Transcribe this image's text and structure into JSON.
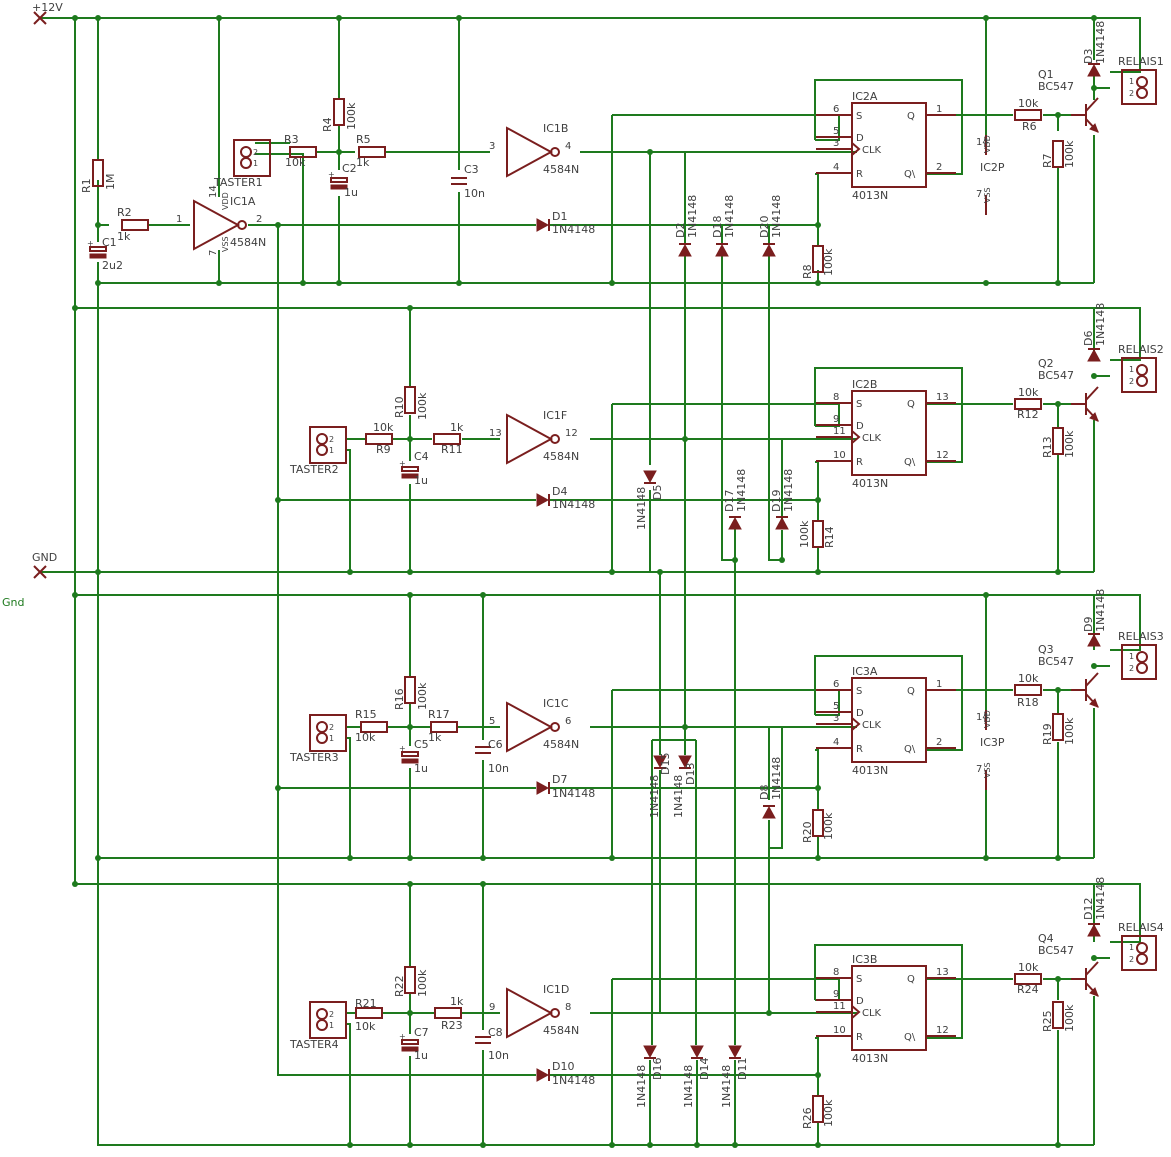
{
  "rails": {
    "vcc": "+12V",
    "gnd": "GND",
    "gnd_net": "Gnd"
  },
  "gates": [
    {
      "ref": "IC1A",
      "value": "4584N",
      "pin_in": "1",
      "pin_out": "2"
    },
    {
      "ref": "IC1B",
      "value": "4584N",
      "pin_in": "3",
      "pin_out": "4"
    },
    {
      "ref": "IC1F",
      "value": "4584N",
      "pin_in": "13",
      "pin_out": "12"
    },
    {
      "ref": "IC1C",
      "value": "4584N",
      "pin_in": "5",
      "pin_out": "6"
    },
    {
      "ref": "IC1D",
      "value": "4584N",
      "pin_in": "9",
      "pin_out": "8"
    }
  ],
  "flipflops": [
    {
      "ref": "IC2A",
      "value": "4013N",
      "pins": [
        "6",
        "5",
        "3",
        "4",
        "1",
        "2"
      ]
    },
    {
      "ref": "IC2B",
      "value": "4013N",
      "pins": [
        "8",
        "9",
        "11",
        "10",
        "13",
        "12"
      ]
    },
    {
      "ref": "IC3A",
      "value": "4013N",
      "pins": [
        "6",
        "5",
        "3",
        "4",
        "1",
        "2"
      ]
    },
    {
      "ref": "IC3B",
      "value": "4013N",
      "pins": [
        "8",
        "9",
        "11",
        "10",
        "13",
        "12"
      ]
    }
  ],
  "ff_labels": {
    "s": "S",
    "q": "Q",
    "d": "D",
    "clk": "CLK",
    "r": "R",
    "qn": "Q\\"
  },
  "power_units": [
    {
      "ref": "IC2P",
      "vdd_pin": "14",
      "vss_pin": "7"
    },
    {
      "ref": "IC3P",
      "vdd_pin": "14",
      "vss_pin": "7"
    }
  ],
  "power_labels": {
    "vdd": "VDD",
    "vss": "VSS"
  },
  "ic1a_supply": {
    "vdd_pin": "14",
    "vss_pin": "7"
  },
  "transistors": [
    {
      "ref": "Q1",
      "value": "BC547"
    },
    {
      "ref": "Q2",
      "value": "BC547"
    },
    {
      "ref": "Q3",
      "value": "BC547"
    },
    {
      "ref": "Q4",
      "value": "BC547"
    }
  ],
  "relays": [
    {
      "ref": "RELAIS1",
      "pins": [
        "1",
        "2"
      ]
    },
    {
      "ref": "RELAIS2",
      "pins": [
        "1",
        "2"
      ]
    },
    {
      "ref": "RELAIS3",
      "pins": [
        "1",
        "2"
      ]
    },
    {
      "ref": "RELAIS4",
      "pins": [
        "1",
        "2"
      ]
    }
  ],
  "buttons": [
    {
      "ref": "TASTER1",
      "pins": [
        "2",
        "1"
      ]
    },
    {
      "ref": "TASTER2",
      "pins": [
        "2",
        "1"
      ]
    },
    {
      "ref": "TASTER3",
      "pins": [
        "2",
        "1"
      ]
    },
    {
      "ref": "TASTER4",
      "pins": [
        "2",
        "1"
      ]
    }
  ],
  "resistors": [
    {
      "ref": "R1",
      "value": "1M"
    },
    {
      "ref": "R2",
      "value": "1k"
    },
    {
      "ref": "R3",
      "value": "10k"
    },
    {
      "ref": "R4",
      "value": "100k"
    },
    {
      "ref": "R5",
      "value": "1k"
    },
    {
      "ref": "R6",
      "value": "10k"
    },
    {
      "ref": "R7",
      "value": "100k"
    },
    {
      "ref": "R8",
      "value": "100k"
    },
    {
      "ref": "R9",
      "value": "10k"
    },
    {
      "ref": "R10",
      "value": "100k"
    },
    {
      "ref": "R11",
      "value": "1k"
    },
    {
      "ref": "R12",
      "value": "10k"
    },
    {
      "ref": "R13",
      "value": "100k"
    },
    {
      "ref": "R14",
      "value": "100k"
    },
    {
      "ref": "R15",
      "value": "10k"
    },
    {
      "ref": "R16",
      "value": "100k"
    },
    {
      "ref": "R17",
      "value": "1k"
    },
    {
      "ref": "R18",
      "value": "10k"
    },
    {
      "ref": "R19",
      "value": "100k"
    },
    {
      "ref": "R20",
      "value": "100k"
    },
    {
      "ref": "R21",
      "value": "10k"
    },
    {
      "ref": "R22",
      "value": "100k"
    },
    {
      "ref": "R23",
      "value": "1k"
    },
    {
      "ref": "R24",
      "value": "10k"
    },
    {
      "ref": "R25",
      "value": "100k"
    },
    {
      "ref": "R26",
      "value": "100k"
    }
  ],
  "capacitors": [
    {
      "ref": "C1",
      "value": "2u2"
    },
    {
      "ref": "C2",
      "value": "1u"
    },
    {
      "ref": "C3",
      "value": "10n"
    },
    {
      "ref": "C4",
      "value": "1u"
    },
    {
      "ref": "C5",
      "value": "1u"
    },
    {
      "ref": "C6",
      "value": "10n"
    },
    {
      "ref": "C7",
      "value": "1u"
    },
    {
      "ref": "C8",
      "value": "10n"
    }
  ],
  "diodes": [
    {
      "ref": "D1",
      "value": "1N4148"
    },
    {
      "ref": "D2",
      "value": "1N4148"
    },
    {
      "ref": "D3",
      "value": "1N4148"
    },
    {
      "ref": "D4",
      "value": "1N4148"
    },
    {
      "ref": "D5",
      "value": "1N4148"
    },
    {
      "ref": "D6",
      "value": "1N4148"
    },
    {
      "ref": "D7",
      "value": "1N4148"
    },
    {
      "ref": "D8",
      "value": "1N4148"
    },
    {
      "ref": "D9",
      "value": "1N4148"
    },
    {
      "ref": "D10",
      "value": "1N4148"
    },
    {
      "ref": "D11",
      "value": "1N4148"
    },
    {
      "ref": "D12",
      "value": "1N4148"
    },
    {
      "ref": "D13",
      "value": "1N4148"
    },
    {
      "ref": "D14",
      "value": "1N4148"
    },
    {
      "ref": "D15",
      "value": "1N4148"
    },
    {
      "ref": "D16",
      "value": "1N4148"
    },
    {
      "ref": "D17",
      "value": "1N4148"
    },
    {
      "ref": "D18",
      "value": "1N4148"
    },
    {
      "ref": "D19",
      "value": "1N4148"
    },
    {
      "ref": "D20",
      "value": "1N4148"
    }
  ]
}
